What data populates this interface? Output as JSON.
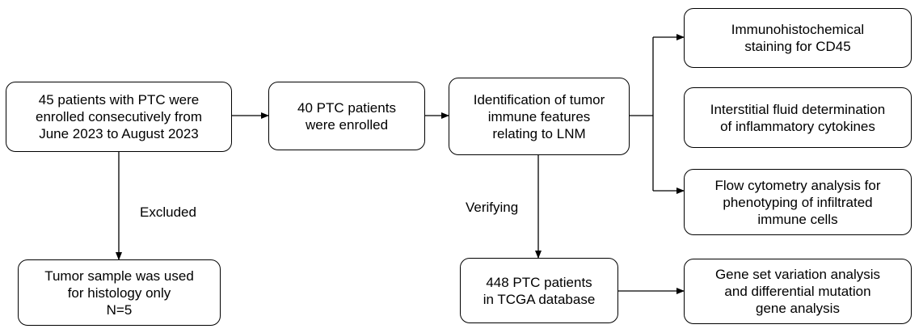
{
  "boxes": {
    "enrolled_45": "45 patients with PTC were\nenrolled consecutively from\nJune 2023 to August 2023",
    "enrolled_40": "40 PTC patients\nwere enrolled",
    "identification": "Identification of tumor\nimmune features\nrelating to LNM",
    "ihc": "Immunohistochemical\nstaining for CD45",
    "interstitial": "Interstitial fluid determination\nof inflammatory cytokines",
    "flow": "Flow cytometry analysis for\nphenotyping of infiltrated\nimmune cells",
    "excluded_sample": "Tumor sample was used\nfor histology only\nN=5",
    "tcga": "448 PTC patients\nin TCGA database",
    "gsva": "Gene set variation analysis\nand differential mutation\ngene analysis"
  },
  "labels": {
    "excluded": "Excluded",
    "verifying": "Verifying"
  }
}
